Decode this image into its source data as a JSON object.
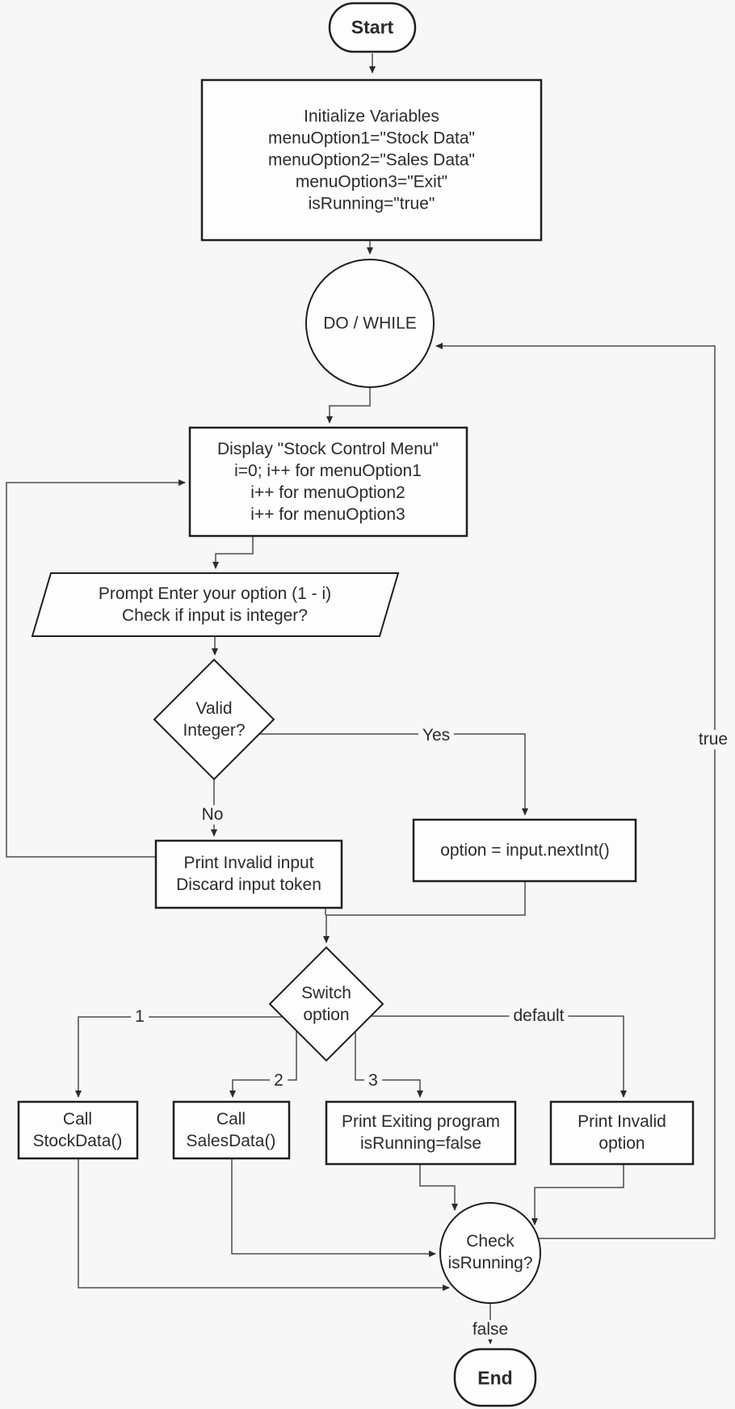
{
  "canvas": {
    "background": "#f7f7f7",
    "shape_fill": "#fdfdfd",
    "shape_border": "#1f1f1f",
    "connector_color": "#4d4d4d",
    "text_color": "#2b2b2b"
  },
  "nodes": {
    "start": {
      "label": "Start",
      "shape": "terminator"
    },
    "init": {
      "text": "Initialize Variables\nmenuOption1=\"Stock Data\"\nmenuOption2=\"Sales Data\"\nmenuOption3=\"Exit\"\nisRunning=\"true\"",
      "shape": "process"
    },
    "do_while": {
      "label": "DO / WHILE",
      "shape": "loop-circle"
    },
    "display_menu": {
      "text": "Display \"Stock Control Menu\"\ni=0; i++ for menuOption1\ni++ for menuOption2\ni++ for menuOption3",
      "shape": "process"
    },
    "prompt": {
      "text": "Prompt Enter your option (1 - i)\nCheck if input is integer?",
      "shape": "input-output"
    },
    "valid_integer": {
      "text": "Valid\nInteger?",
      "shape": "decision"
    },
    "invalid_input": {
      "text": "Print Invalid input\nDiscard input token",
      "shape": "process"
    },
    "read_option": {
      "text": "option = input.nextInt()",
      "shape": "process"
    },
    "switch_option": {
      "text": "Switch\noption",
      "shape": "decision"
    },
    "call_stock": {
      "text": "Call\nStockData()",
      "shape": "process"
    },
    "call_sales": {
      "text": "Call\nSalesData()",
      "shape": "process"
    },
    "exiting": {
      "text": "Print Exiting program\nisRunning=false",
      "shape": "process"
    },
    "invalid_option": {
      "text": "Print Invalid\noption",
      "shape": "process"
    },
    "check_running": {
      "text": "Check\nisRunning?",
      "shape": "loop-circle"
    },
    "end": {
      "label": "End",
      "shape": "terminator"
    }
  },
  "edge_labels": {
    "yes": "Yes",
    "no": "No",
    "loop_true": "true",
    "loop_false": "false",
    "case1": "1",
    "case2": "2",
    "case3": "3",
    "default_case": "default"
  }
}
